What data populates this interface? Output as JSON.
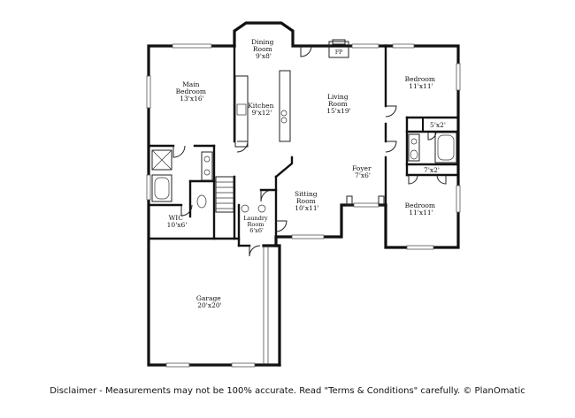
{
  "rooms": {
    "dining": {
      "name": "Dining\nRoom",
      "size": "9'x8'"
    },
    "main_bed": {
      "name": "Main\nBedroom",
      "size": "13'x16'"
    },
    "kitchen": {
      "name": "Kitchen",
      "size": "9'x12'"
    },
    "living": {
      "name": "Living\nRoom",
      "size": "15'x19'"
    },
    "bed1": {
      "name": "Bedroom",
      "size": "11'x11'"
    },
    "closet1": {
      "name": "",
      "size": "5'x2'"
    },
    "foyer": {
      "name": "Foyer",
      "size": "7'x6'"
    },
    "closet2": {
      "name": "",
      "size": "7'x2'"
    },
    "sitting": {
      "name": "Sitting\nRoom",
      "size": "10'x11'"
    },
    "bed2": {
      "name": "Bedroom",
      "size": "11'x11'"
    },
    "wic": {
      "name": "WIC",
      "size": "10'x6'"
    },
    "laundry": {
      "name": "Laundry\nRoom",
      "size": "6'x6'"
    },
    "garage": {
      "name": "Garage",
      "size": "20'x20'"
    }
  },
  "fireplace_label": "FP",
  "disclaimer": "Disclaimer - Measurements may not be 100% accurate. Read \"Terms & Conditions\" carefully. © PlanOmatic"
}
